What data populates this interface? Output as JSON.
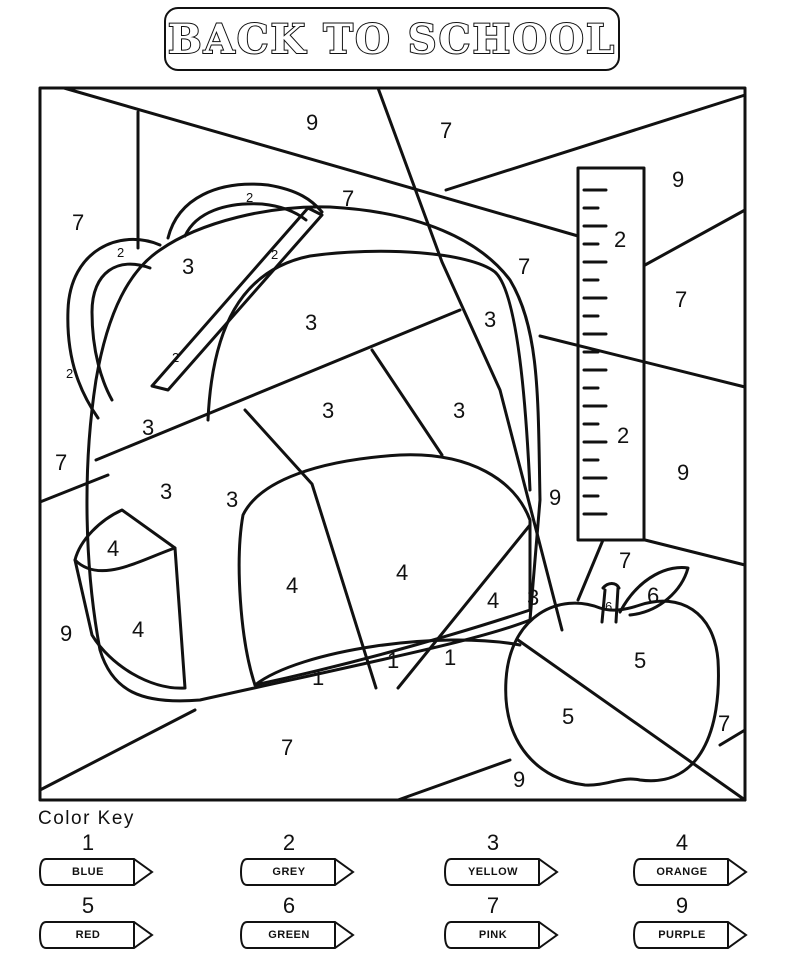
{
  "title": "BACK TO SCHOOL",
  "regions": [
    {
      "n": "9"
    },
    {
      "n": "7"
    },
    {
      "n": "7"
    },
    {
      "n": "9"
    },
    {
      "n": "7"
    },
    {
      "n": "2"
    },
    {
      "n": "2"
    },
    {
      "n": "2"
    },
    {
      "n": "2"
    },
    {
      "n": "3"
    },
    {
      "n": "7"
    },
    {
      "n": "7"
    },
    {
      "n": "2"
    },
    {
      "n": "3"
    },
    {
      "n": "3"
    },
    {
      "n": "2"
    },
    {
      "n": "3"
    },
    {
      "n": "3"
    },
    {
      "n": "3"
    },
    {
      "n": "2"
    },
    {
      "n": "9"
    },
    {
      "n": "7"
    },
    {
      "n": "3"
    },
    {
      "n": "3"
    },
    {
      "n": "9"
    },
    {
      "n": "4"
    },
    {
      "n": "4"
    },
    {
      "n": "4"
    },
    {
      "n": "4"
    },
    {
      "n": "3"
    },
    {
      "n": "7"
    },
    {
      "n": "6"
    },
    {
      "n": "6"
    },
    {
      "n": "9"
    },
    {
      "n": "4"
    },
    {
      "n": "1"
    },
    {
      "n": "1"
    },
    {
      "n": "1"
    },
    {
      "n": "5"
    },
    {
      "n": "5"
    },
    {
      "n": "7"
    },
    {
      "n": "7"
    },
    {
      "n": "9"
    }
  ],
  "color_key": {
    "title": "Color Key",
    "items": [
      {
        "number": "1",
        "color": "BLUE"
      },
      {
        "number": "2",
        "color": "GREY"
      },
      {
        "number": "3",
        "color": "YELLOW"
      },
      {
        "number": "4",
        "color": "ORANGE"
      },
      {
        "number": "5",
        "color": "RED"
      },
      {
        "number": "6",
        "color": "GREEN"
      },
      {
        "number": "7",
        "color": "PINK"
      },
      {
        "number": "9",
        "color": "PURPLE"
      }
    ]
  }
}
